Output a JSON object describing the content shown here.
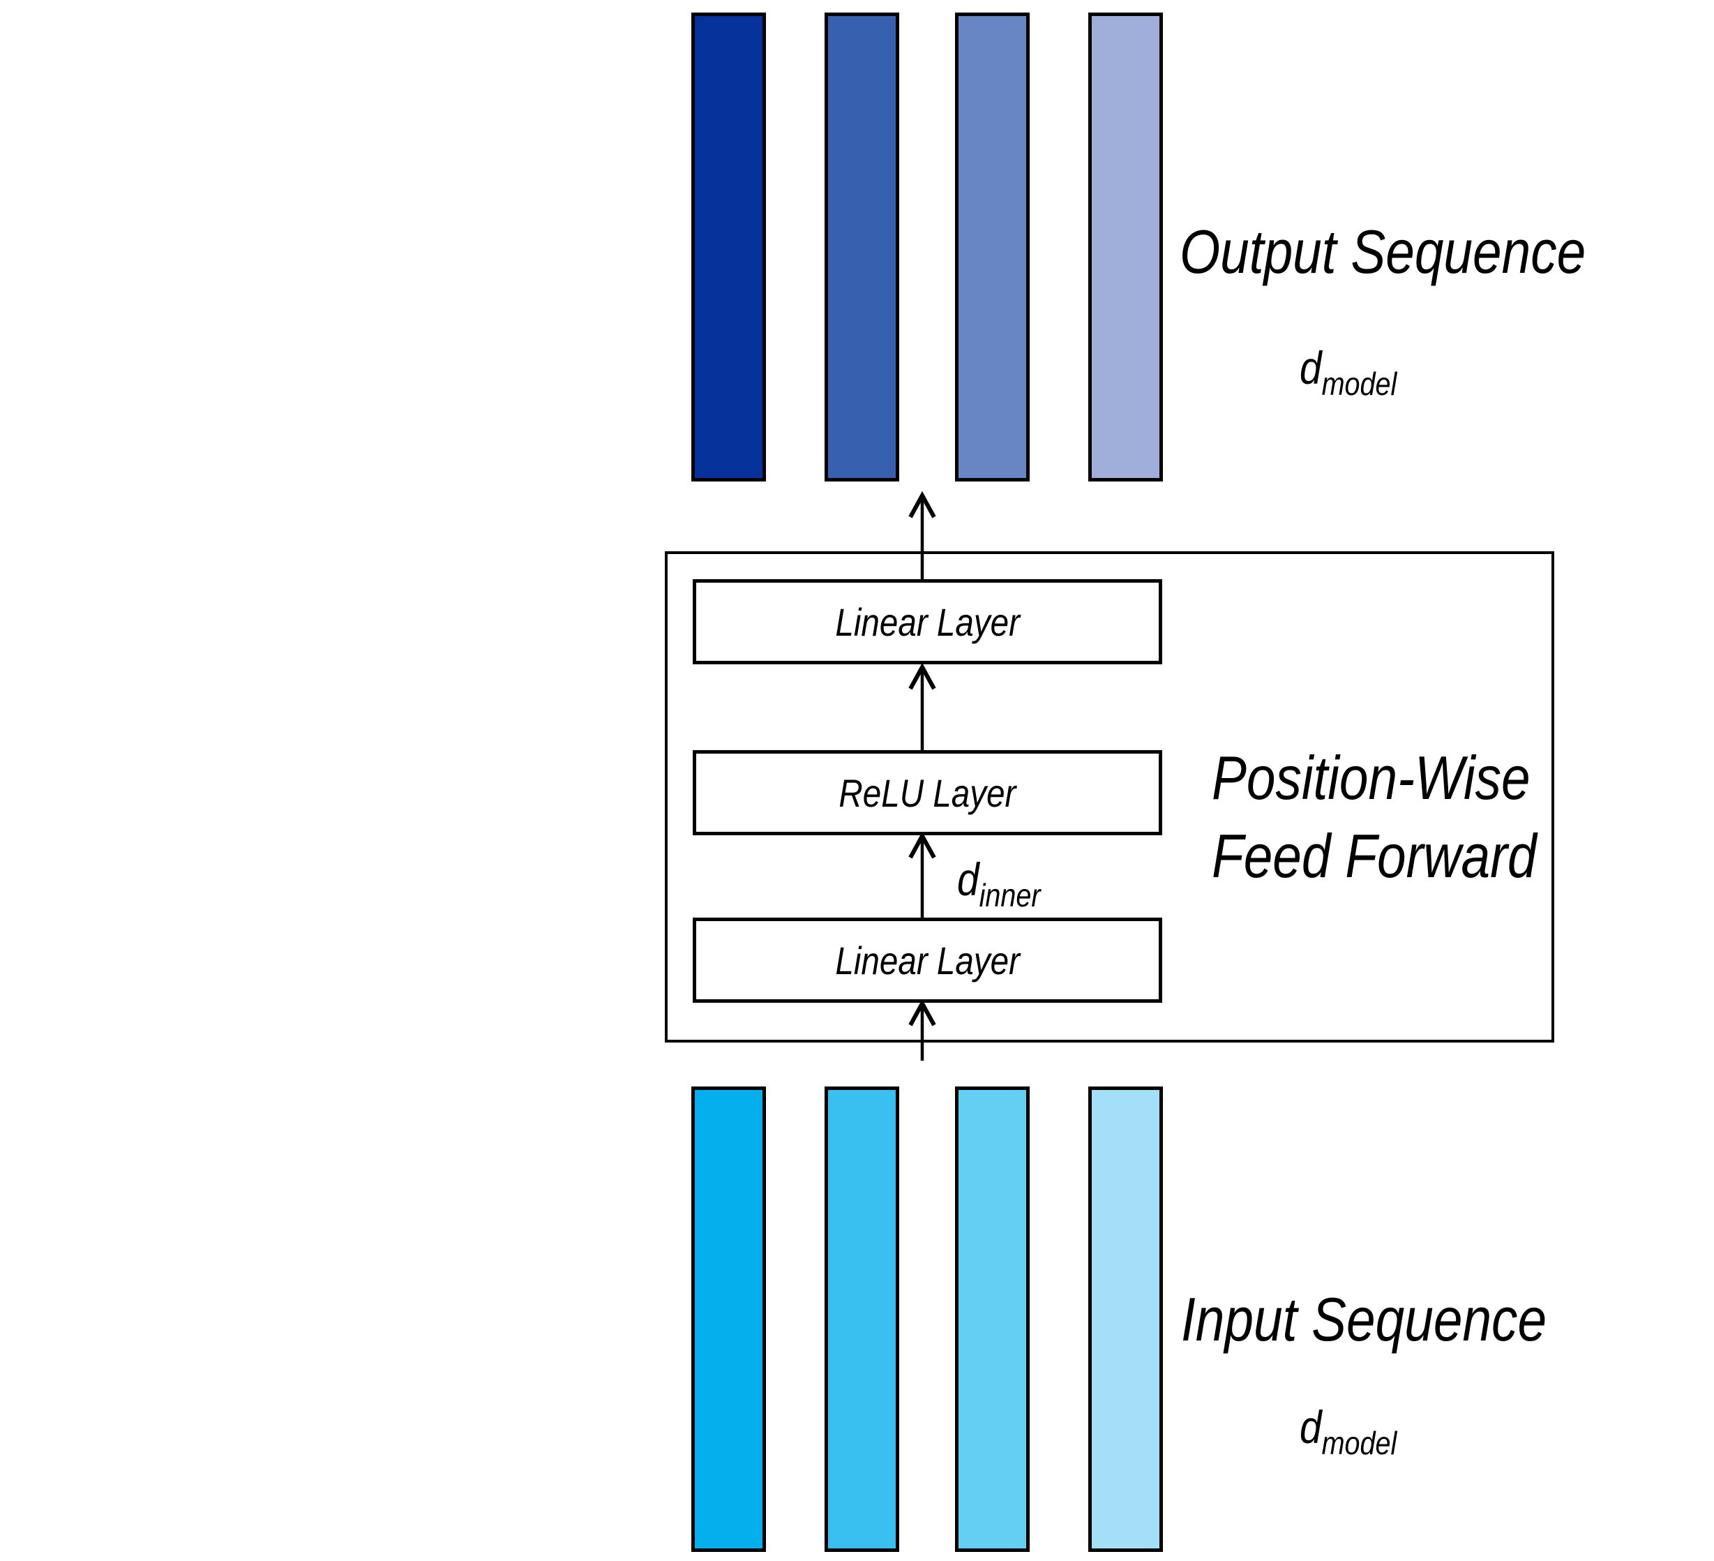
{
  "diagram": {
    "output_sequence": {
      "label": "Output Sequence",
      "dim_symbol": "d",
      "dim_subscript": "model"
    },
    "input_sequence": {
      "label": "Input Sequence",
      "dim_symbol": "d",
      "dim_subscript": "model"
    },
    "feed_forward_block": {
      "title_line1": "Position-Wise",
      "title_line2": "Feed Forward",
      "layers": [
        {
          "label": "Linear Layer"
        },
        {
          "label": "ReLU Layer"
        },
        {
          "label": "Linear Layer"
        }
      ],
      "inner_dim_symbol": "d",
      "inner_dim_subscript": "inner"
    },
    "output_bars": {
      "colors": [
        "#05339B",
        "#3761AE",
        "#6886C3",
        "#A0AFD9"
      ]
    },
    "input_bars": {
      "colors": [
        "#05AFEE",
        "#39BFF0",
        "#65CFF3",
        "#A3DFF7"
      ]
    },
    "stroke_color": "#000000",
    "background_color": "#FFFFFF"
  }
}
